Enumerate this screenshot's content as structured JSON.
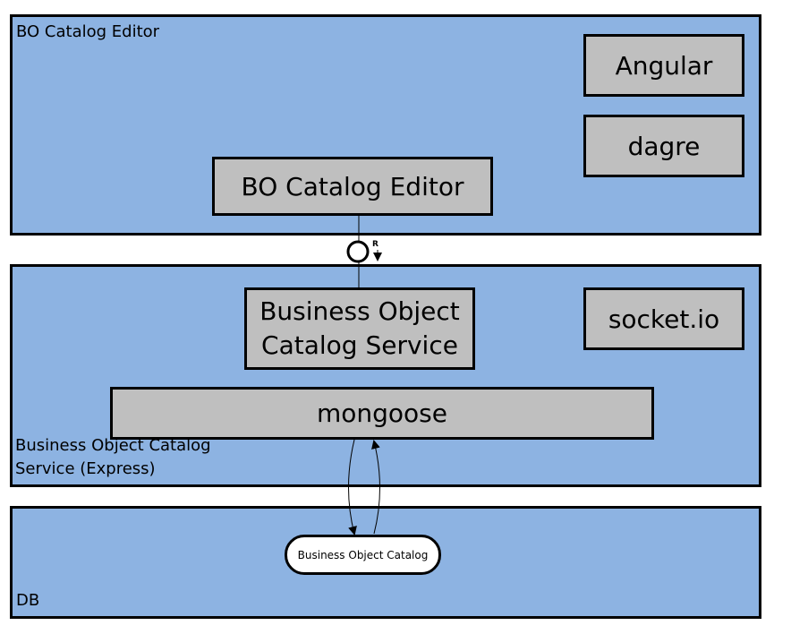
{
  "colors": {
    "layer_fill": "#8db3e2",
    "component_fill": "#bfbfbf",
    "store_fill": "#ffffff",
    "line": "#000000"
  },
  "layers": {
    "editor": {
      "label": "BO Catalog Editor"
    },
    "service": {
      "label": "Business Object Catalog\nService (Express)"
    },
    "db": {
      "label": "DB"
    }
  },
  "components": {
    "angular": "Angular",
    "dagre": "dagre",
    "bo_catalog_editor": "BO Catalog Editor",
    "bo_catalog_service": "Business Object\nCatalog Service",
    "socket_io": "socket.io",
    "mongoose": "mongoose"
  },
  "store": {
    "label": "Business Object Catalog"
  },
  "interface": {
    "label": "R"
  }
}
